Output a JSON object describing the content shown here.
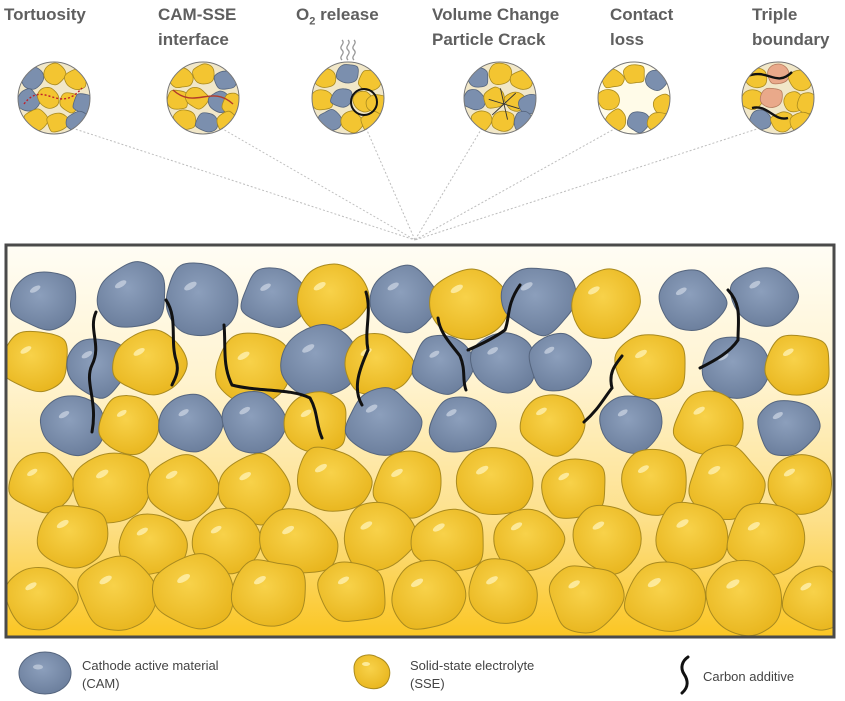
{
  "issues": [
    {
      "line1": "Tortuosity",
      "line2": "",
      "icon": "tortuosity-icon"
    },
    {
      "line1": "CAM-SSE",
      "line2": "interface",
      "icon": "interface-icon"
    },
    {
      "line1": "O",
      "sub": "2",
      "line1b": " release",
      "line2": "",
      "icon": "o2-release-icon"
    },
    {
      "line1": "Volume Change",
      "line2": "Particle Crack",
      "icon": "particle-crack-icon"
    },
    {
      "line1": "Contact",
      "line2": "loss",
      "icon": "contact-loss-icon"
    },
    {
      "line1": "Triple",
      "line2": "boundary",
      "icon": "triple-boundary-icon"
    }
  ],
  "legend": {
    "cam": {
      "line1": "Cathode active material",
      "line2": "(CAM)"
    },
    "sse": {
      "line1": "Solid-state electrolyte",
      "line2": "(SSE)"
    },
    "carbon": {
      "label": "Carbon additive"
    }
  },
  "colors": {
    "cam": "#7b8fae",
    "cam_edge": "#55657e",
    "sse": "#f3c531",
    "sse_edge": "#a98a1f",
    "carbon": "#111111",
    "frame": "#4a4a4a",
    "gradient_top": "#fffdf5",
    "gradient_bottom": "#fbc623",
    "label": "#5f5f5f"
  }
}
